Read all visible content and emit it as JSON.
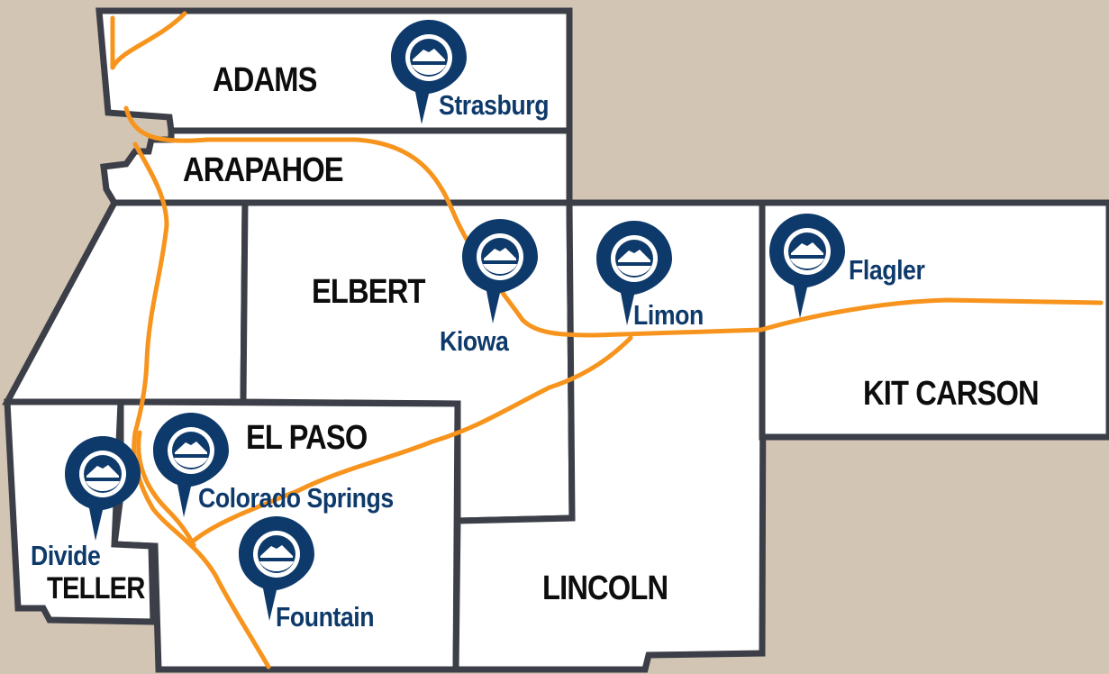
{
  "map": {
    "colors": {
      "background": "#d3c5b4",
      "county_fill": "#ffffff",
      "county_border": "#3c3f47",
      "road": "#f7941d",
      "pin": "#0e3a6b",
      "county_label": "#0d0d0d",
      "town_label": "#0e3a6b"
    },
    "counties": [
      {
        "id": "adams",
        "label": "ADAMS"
      },
      {
        "id": "arapahoe",
        "label": "ARAPAHOE"
      },
      {
        "id": "elbert",
        "label": "ELBERT"
      },
      {
        "id": "el-paso",
        "label": "EL PASO"
      },
      {
        "id": "teller",
        "label": "TELLER"
      },
      {
        "id": "lincoln",
        "label": "LINCOLN"
      },
      {
        "id": "kit-carson",
        "label": "KIT CARSON"
      }
    ],
    "locations": [
      {
        "id": "strasburg",
        "label": "Strasburg",
        "icon": "location-pin-icon"
      },
      {
        "id": "kiowa",
        "label": "Kiowa",
        "icon": "location-pin-icon"
      },
      {
        "id": "limon",
        "label": "Limon",
        "icon": "location-pin-icon"
      },
      {
        "id": "flagler",
        "label": "Flagler",
        "icon": "location-pin-icon"
      },
      {
        "id": "colorado-springs",
        "label": "Colorado Springs",
        "icon": "location-pin-icon"
      },
      {
        "id": "divide",
        "label": "Divide",
        "icon": "location-pin-icon"
      },
      {
        "id": "fountain",
        "label": "Fountain",
        "icon": "location-pin-icon"
      }
    ]
  }
}
